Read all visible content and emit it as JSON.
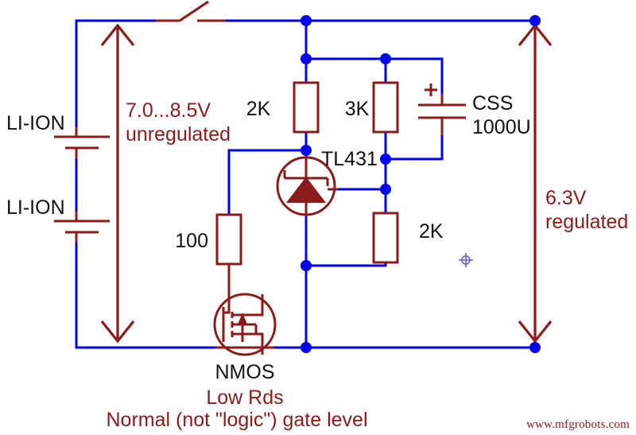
{
  "diagram": {
    "title": "Li-Ion battery TL431 shunt regulator schematic",
    "colors": {
      "wire": "#0000ee",
      "component": "#8b1a1a",
      "label_black": "#111111",
      "label_red": "#8b1a1a",
      "background": "#ffffff",
      "cursor": "#6a5acd"
    }
  },
  "labels": {
    "battery_top": "LI-ION",
    "battery_bottom": "LI-ION",
    "input_voltage_line1": "7.0...8.5V",
    "input_voltage_line2": "unregulated",
    "output_voltage_line1": "6.3V",
    "output_voltage_line2": "regulated",
    "r_2k_top": "2K",
    "r_3k": "3K",
    "r_2k_bottom": "2K",
    "r_100": "100",
    "cap_name": "CSS",
    "cap_value": "1000U",
    "cap_polarity": "+",
    "shunt_ref": "TL431",
    "mosfet": "NMOS",
    "note_line1": "Low Rds",
    "note_line2": "Normal (not \"logic\") gate level",
    "watermark": "www.mfgrobots.com"
  },
  "components": [
    {
      "ref": "SW1",
      "type": "switch",
      "label": "",
      "state": "open"
    },
    {
      "ref": "BT1",
      "type": "battery-cell",
      "label": "LI-ION"
    },
    {
      "ref": "BT2",
      "type": "battery-cell",
      "label": "LI-ION"
    },
    {
      "ref": "R1",
      "type": "resistor",
      "label": "2K"
    },
    {
      "ref": "R2",
      "type": "resistor",
      "label": "3K"
    },
    {
      "ref": "R3",
      "type": "resistor",
      "label": "2K"
    },
    {
      "ref": "R4",
      "type": "resistor",
      "label": "100"
    },
    {
      "ref": "CSS",
      "type": "capacitor",
      "label": "CSS 1000U"
    },
    {
      "ref": "U1",
      "type": "shunt-regulator",
      "label": "TL431"
    },
    {
      "ref": "Q1",
      "type": "n-mosfet",
      "label": "NMOS"
    }
  ]
}
